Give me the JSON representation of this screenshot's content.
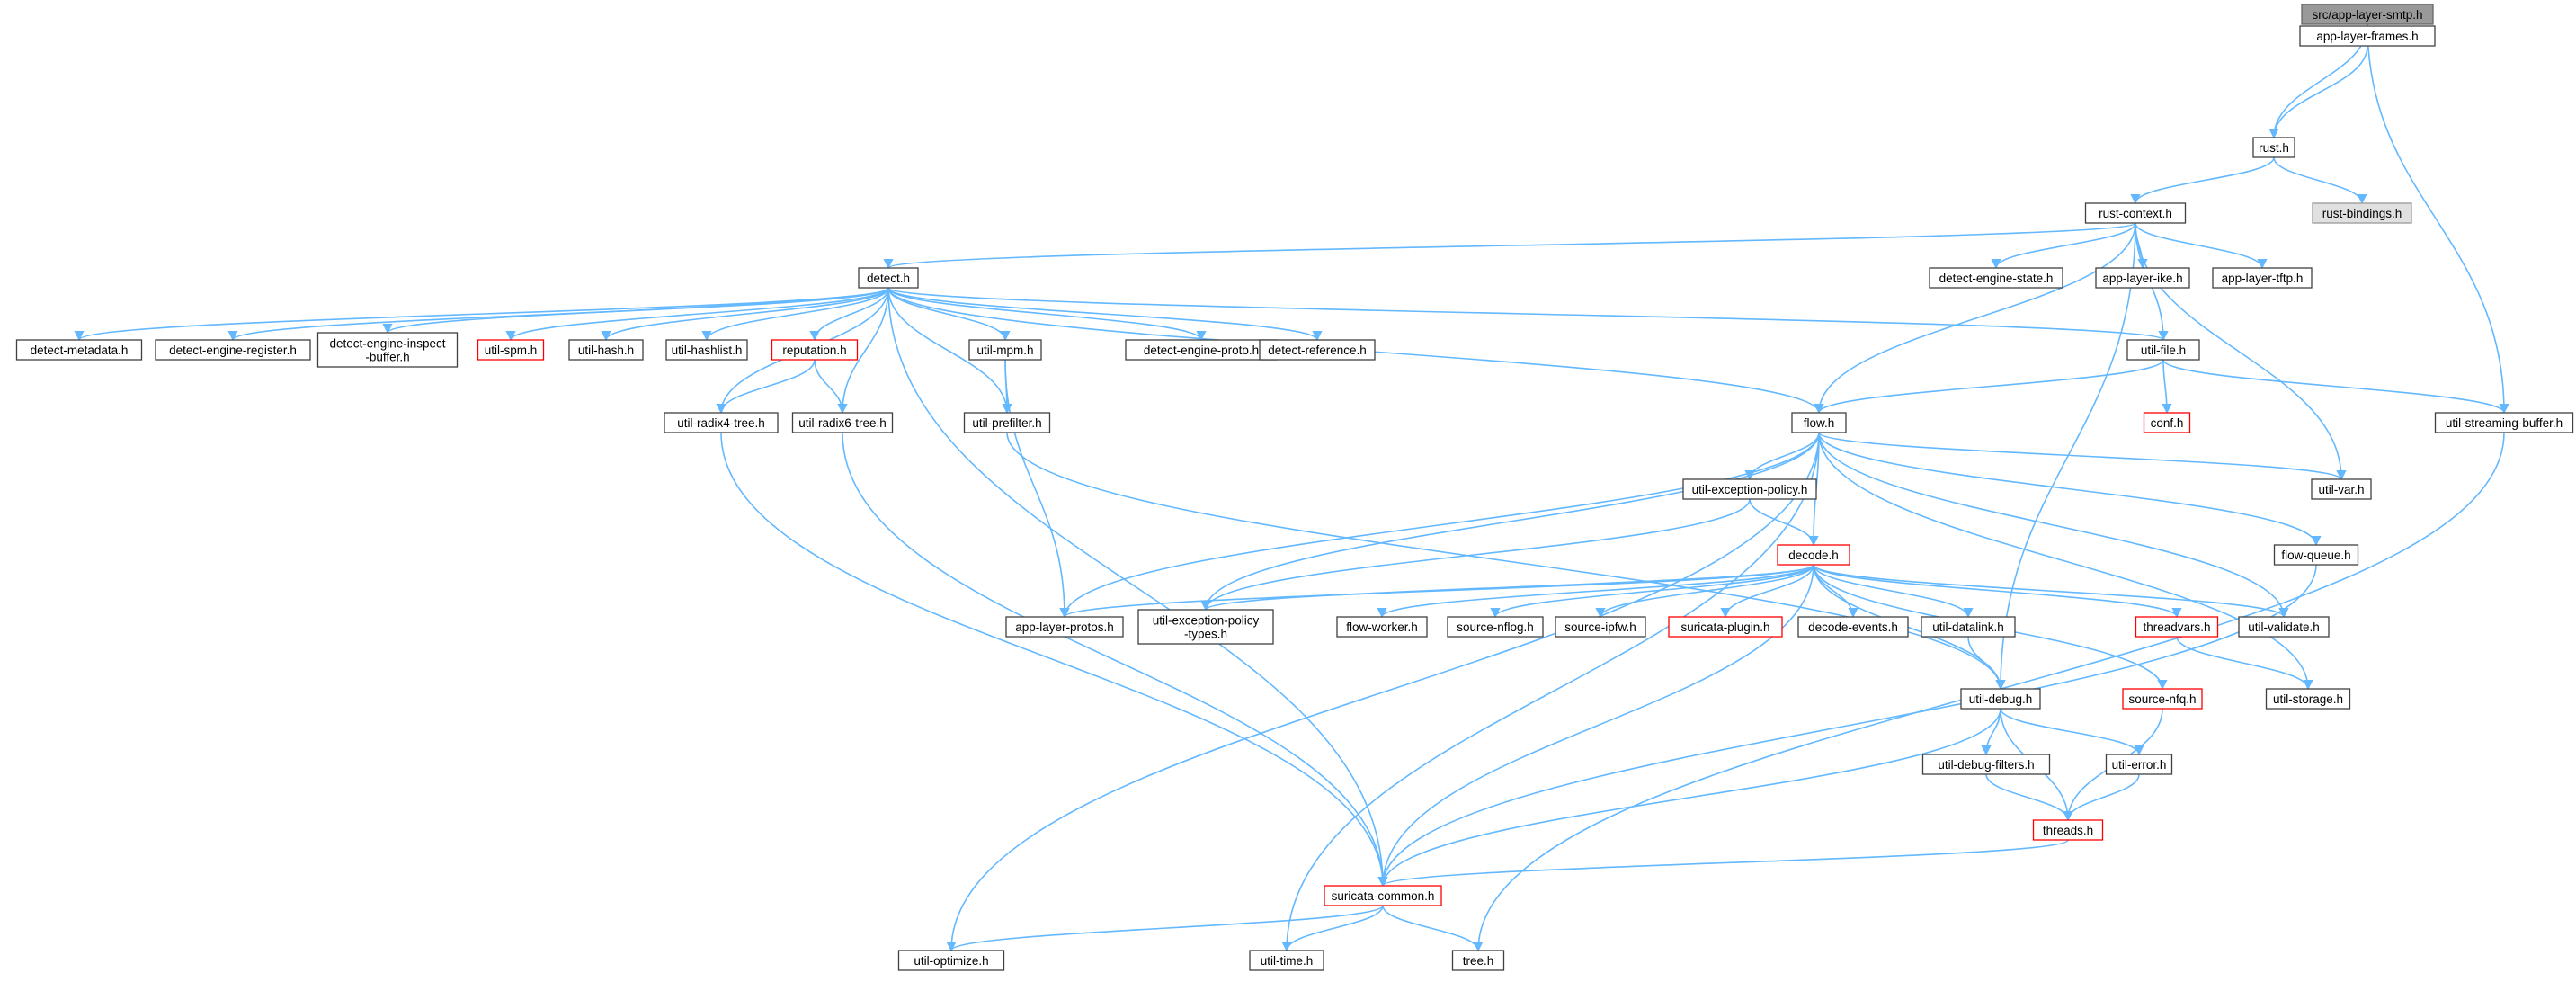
{
  "diagram": {
    "type": "include dependency graph",
    "colors": {
      "edge": "#63b8ff",
      "node_border": "#404040",
      "incomplete_border": "#ff0000",
      "root_fill": "#999999",
      "external_fill": "#e0e0e0",
      "node_fill": "#ffffff"
    },
    "nodes": [
      {
        "id": "smtp",
        "label": "src/app-layer-smtp.h",
        "style": "root"
      },
      {
        "id": "frames",
        "label": "app-layer-frames.h"
      },
      {
        "id": "rust",
        "label": "rust.h"
      },
      {
        "id": "rustbind",
        "label": "rust-bindings.h",
        "style": "external"
      },
      {
        "id": "rustctx",
        "label": "rust-context.h"
      },
      {
        "id": "detect",
        "label": "detect.h"
      },
      {
        "id": "des",
        "label": "detect-engine-state.h"
      },
      {
        "id": "ike",
        "label": "app-layer-ike.h"
      },
      {
        "id": "tftp",
        "label": "app-layer-tftp.h"
      },
      {
        "id": "dmeta",
        "label": "detect-metadata.h"
      },
      {
        "id": "dreg",
        "label": "detect-engine-register.h"
      },
      {
        "id": "dinsp",
        "label": "detect-engine-inspect\n-buffer.h"
      },
      {
        "id": "spm",
        "label": "util-spm.h",
        "style": "incomplete"
      },
      {
        "id": "uhash",
        "label": "util-hash.h"
      },
      {
        "id": "uhashl",
        "label": "util-hashlist.h"
      },
      {
        "id": "rep",
        "label": "reputation.h",
        "style": "incomplete"
      },
      {
        "id": "mpm",
        "label": "util-mpm.h"
      },
      {
        "id": "dproto",
        "label": "detect-engine-proto.h"
      },
      {
        "id": "dref",
        "label": "detect-reference.h"
      },
      {
        "id": "ufile",
        "label": "util-file.h"
      },
      {
        "id": "conf",
        "label": "conf.h",
        "style": "incomplete"
      },
      {
        "id": "usb",
        "label": "util-streaming-buffer.h"
      },
      {
        "id": "r4",
        "label": "util-radix4-tree.h"
      },
      {
        "id": "r6",
        "label": "util-radix6-tree.h"
      },
      {
        "id": "pref",
        "label": "util-prefilter.h"
      },
      {
        "id": "flow",
        "label": "flow.h"
      },
      {
        "id": "uvar",
        "label": "util-var.h"
      },
      {
        "id": "uexc",
        "label": "util-exception-policy.h"
      },
      {
        "id": "fq",
        "label": "flow-queue.h"
      },
      {
        "id": "decode",
        "label": "decode.h",
        "style": "incomplete"
      },
      {
        "id": "alp",
        "label": "app-layer-protos.h"
      },
      {
        "id": "uexct",
        "label": "util-exception-policy\n-types.h"
      },
      {
        "id": "fw",
        "label": "flow-worker.h"
      },
      {
        "id": "snf",
        "label": "source-nflog.h"
      },
      {
        "id": "sipfw",
        "label": "source-ipfw.h"
      },
      {
        "id": "splug",
        "label": "suricata-plugin.h",
        "style": "incomplete"
      },
      {
        "id": "devt",
        "label": "decode-events.h"
      },
      {
        "id": "udl",
        "label": "util-datalink.h"
      },
      {
        "id": "tv",
        "label": "threadvars.h",
        "style": "incomplete"
      },
      {
        "id": "uval",
        "label": "util-validate.h"
      },
      {
        "id": "udbg",
        "label": "util-debug.h"
      },
      {
        "id": "snfq",
        "label": "source-nfq.h",
        "style": "incomplete"
      },
      {
        "id": "ustor",
        "label": "util-storage.h"
      },
      {
        "id": "udf",
        "label": "util-debug-filters.h"
      },
      {
        "id": "uerr",
        "label": "util-error.h"
      },
      {
        "id": "threads",
        "label": "threads.h",
        "style": "incomplete"
      },
      {
        "id": "scom",
        "label": "suricata-common.h",
        "style": "incomplete"
      },
      {
        "id": "uopt",
        "label": "util-optimize.h"
      },
      {
        "id": "utime",
        "label": "util-time.h"
      },
      {
        "id": "tree",
        "label": "tree.h"
      }
    ],
    "edges": [
      [
        "smtp",
        "frames"
      ],
      [
        "smtp",
        "rust"
      ],
      [
        "smtp",
        "usb"
      ],
      [
        "frames",
        "rust"
      ],
      [
        "rust",
        "rustbind"
      ],
      [
        "rust",
        "rustctx"
      ],
      [
        "rustctx",
        "detect"
      ],
      [
        "rustctx",
        "des"
      ],
      [
        "rustctx",
        "ike"
      ],
      [
        "rustctx",
        "tftp"
      ],
      [
        "rustctx",
        "ufile"
      ],
      [
        "rustctx",
        "flow"
      ],
      [
        "rustctx",
        "uvar"
      ],
      [
        "rustctx",
        "udbg"
      ],
      [
        "detect",
        "dmeta"
      ],
      [
        "detect",
        "dreg"
      ],
      [
        "detect",
        "dinsp"
      ],
      [
        "detect",
        "spm"
      ],
      [
        "detect",
        "uhash"
      ],
      [
        "detect",
        "uhashl"
      ],
      [
        "detect",
        "rep"
      ],
      [
        "detect",
        "mpm"
      ],
      [
        "detect",
        "dproto"
      ],
      [
        "detect",
        "dref"
      ],
      [
        "detect",
        "ufile"
      ],
      [
        "detect",
        "r4"
      ],
      [
        "detect",
        "r6"
      ],
      [
        "detect",
        "pref"
      ],
      [
        "detect",
        "flow"
      ],
      [
        "detect",
        "scom"
      ],
      [
        "rep",
        "r4"
      ],
      [
        "rep",
        "r6"
      ],
      [
        "mpm",
        "pref"
      ],
      [
        "mpm",
        "alp"
      ],
      [
        "ufile",
        "conf"
      ],
      [
        "ufile",
        "flow"
      ],
      [
        "ufile",
        "usb"
      ],
      [
        "usb",
        "tree"
      ],
      [
        "r4",
        "scom"
      ],
      [
        "r6",
        "scom"
      ],
      [
        "pref",
        "udbg"
      ],
      [
        "flow",
        "uexc"
      ],
      [
        "flow",
        "decode"
      ],
      [
        "flow",
        "uvar"
      ],
      [
        "flow",
        "fq"
      ],
      [
        "flow",
        "alp"
      ],
      [
        "flow",
        "uexct"
      ],
      [
        "flow",
        "uval"
      ],
      [
        "flow",
        "ustor"
      ],
      [
        "flow",
        "uopt"
      ],
      [
        "flow",
        "utime"
      ],
      [
        "uexc",
        "decode"
      ],
      [
        "uexc",
        "uexct"
      ],
      [
        "fq",
        "scom"
      ],
      [
        "decode",
        "alp"
      ],
      [
        "decode",
        "uexct"
      ],
      [
        "decode",
        "fw"
      ],
      [
        "decode",
        "snf"
      ],
      [
        "decode",
        "sipfw"
      ],
      [
        "decode",
        "splug"
      ],
      [
        "decode",
        "devt"
      ],
      [
        "decode",
        "udl"
      ],
      [
        "decode",
        "tv"
      ],
      [
        "decode",
        "uval"
      ],
      [
        "decode",
        "udbg"
      ],
      [
        "decode",
        "snfq"
      ],
      [
        "decode",
        "scom"
      ],
      [
        "udl",
        "udbg"
      ],
      [
        "tv",
        "ustor"
      ],
      [
        "snfq",
        "threads"
      ],
      [
        "udbg",
        "udf"
      ],
      [
        "udbg",
        "uerr"
      ],
      [
        "udbg",
        "threads"
      ],
      [
        "udbg",
        "scom"
      ],
      [
        "udf",
        "threads"
      ],
      [
        "uerr",
        "threads"
      ],
      [
        "threads",
        "scom"
      ],
      [
        "scom",
        "uopt"
      ],
      [
        "scom",
        "utime"
      ],
      [
        "scom",
        "tree"
      ]
    ]
  }
}
